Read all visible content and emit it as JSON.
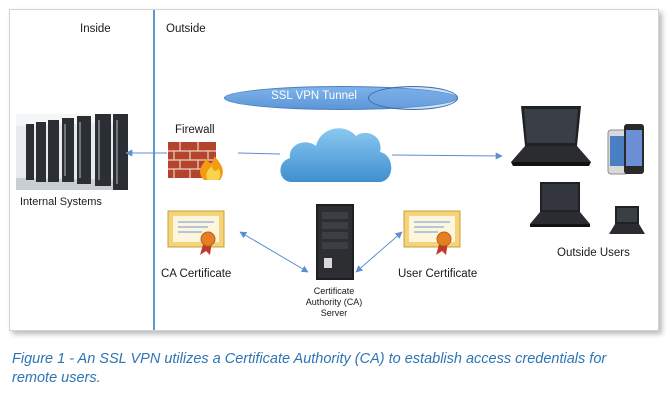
{
  "labels": {
    "inside": "Inside",
    "outside": "Outside",
    "tunnel": "SSL VPN Tunnel",
    "firewall": "Firewall",
    "internal_systems": "Internal Systems",
    "ca_certificate": "CA Certificate",
    "user_certificate": "User Certificate",
    "ca_server_line1": "Certificate",
    "ca_server_line2": "Authority (CA)",
    "ca_server_line3": "Server",
    "outside_users": "Outside Users"
  },
  "caption": "Figure 1 - An SSL VPN utilizes a Certificate Authority (CA) to establish access credentials for remote users.",
  "colors": {
    "divider": "#5b9bd5",
    "tunnel": "#6fa8e3",
    "cloud": "#5aa6dc",
    "arrow": "#5b8fd0",
    "caption": "#2e74b5"
  },
  "icons": [
    "server-racks-icon",
    "firewall-icon",
    "cloud-icon",
    "laptop-icon",
    "smartphone-icon",
    "certificate-icon",
    "server-tower-icon"
  ]
}
